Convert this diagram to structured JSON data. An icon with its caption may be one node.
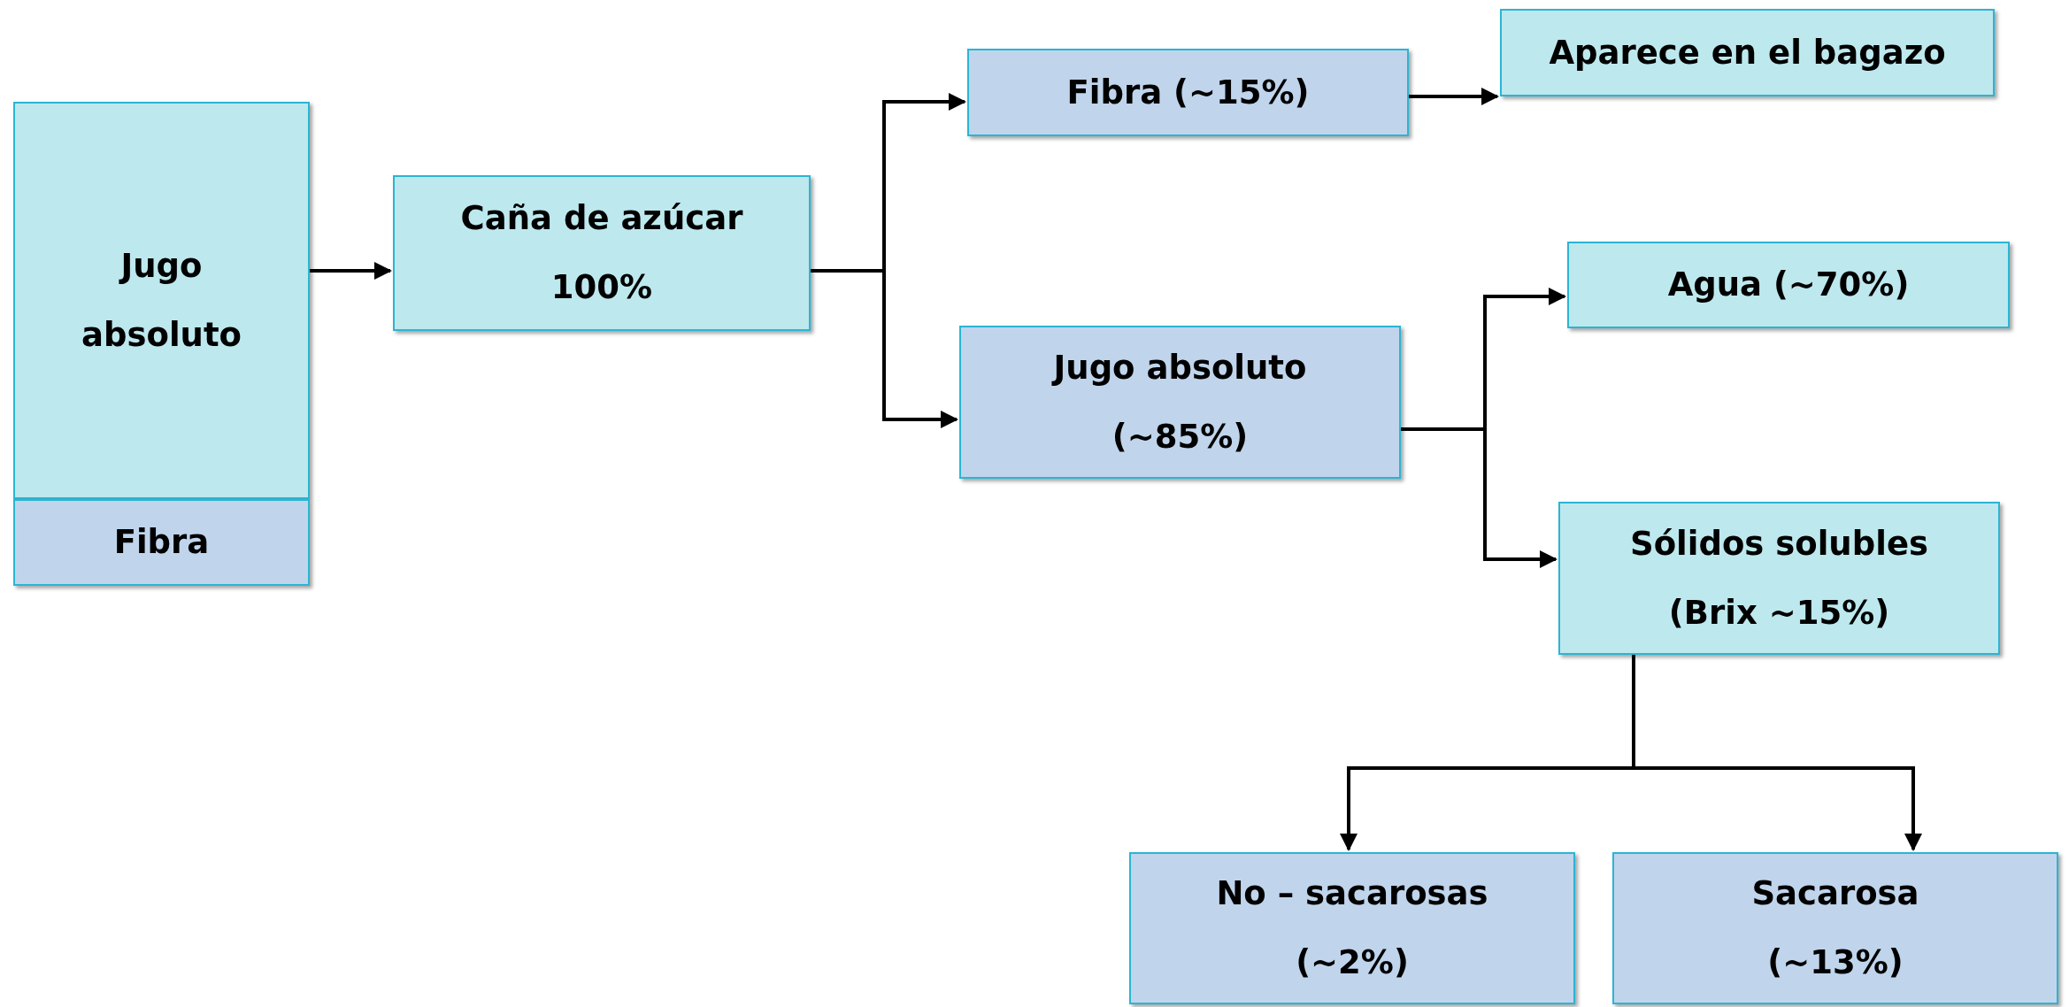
{
  "diagram": {
    "nodes": [
      {
        "text": [
          "Jugo absoluto"
        ]
      },
      {
        "text": [
          "Fibra"
        ]
      },
      {
        "text": [
          "Caña de azúcar 100%"
        ]
      },
      {
        "text": [
          "Fibra (~15%)"
        ]
      },
      {
        "text": [
          "Aparece en el bagazo"
        ]
      },
      {
        "text": [
          "Jugo absoluto (~85%)"
        ]
      },
      {
        "text": [
          "Agua (~70%)"
        ]
      },
      {
        "text": [
          "Sólidos solubles (Brix ~15%)"
        ]
      },
      {
        "text": [
          "No – sacarosas (~2%)"
        ]
      },
      {
        "text": [
          "Sacarosa (~13%)"
        ]
      }
    ],
    "edges": [
      {
        "from": 0,
        "to": 2,
        "arrow": "to"
      },
      {
        "from": 2,
        "to": 3,
        "arrow": "to"
      },
      {
        "from": 2,
        "to": 5,
        "arrow": "to"
      },
      {
        "from": 3,
        "to": 4,
        "arrow": "to"
      },
      {
        "from": 5,
        "to": 6,
        "arrow": "to"
      },
      {
        "from": 5,
        "to": 7,
        "arrow": "to"
      },
      {
        "from": 7,
        "to": 8,
        "arrow": "to"
      },
      {
        "from": 7,
        "to": 9,
        "arrow": "to"
      }
    ]
  }
}
